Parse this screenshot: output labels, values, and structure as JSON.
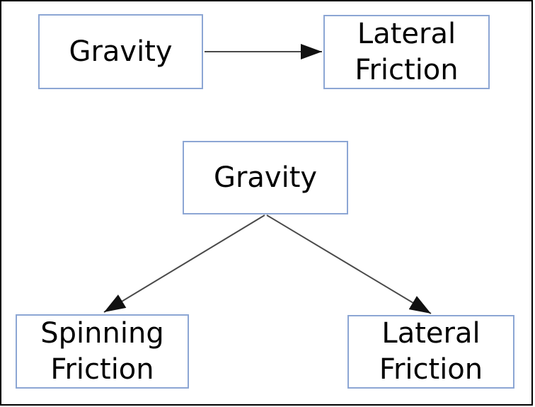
{
  "diagram": {
    "top_flow": {
      "nodes": [
        {
          "id": "gravity",
          "label": "Gravity"
        },
        {
          "id": "lateral_friction",
          "label": "Lateral Friction"
        }
      ],
      "edges": [
        {
          "from": "gravity",
          "to": "lateral_friction",
          "direction": "right"
        }
      ]
    },
    "bottom_tree": {
      "root": {
        "id": "gravity",
        "label": "Gravity"
      },
      "children": [
        {
          "id": "spinning_friction",
          "label": "Spinning Friction"
        },
        {
          "id": "lateral_friction",
          "label": "Lateral Friction"
        }
      ],
      "edges": [
        {
          "from": "gravity",
          "to": "spinning_friction",
          "direction": "down-left"
        },
        {
          "from": "gravity",
          "to": "lateral_friction",
          "direction": "down-right"
        }
      ]
    }
  },
  "colors": {
    "box_border": "#8ca6d4",
    "arrow_line": "#4a4a4a",
    "arrow_head": "#111111",
    "frame": "#000000",
    "background": "#ffffff",
    "text": "#000000"
  }
}
